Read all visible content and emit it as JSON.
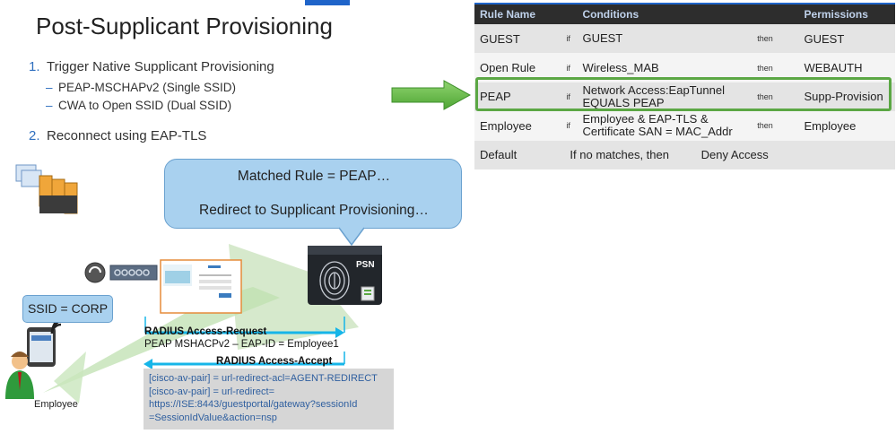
{
  "slide": {
    "title": "Post-Supplicant Provisioning"
  },
  "steps": [
    {
      "number": "1.",
      "text": "Trigger Native Supplicant Provisioning",
      "subitems": [
        "PEAP-MSCHAPv2 (Single SSID)",
        "CWA to Open SSID (Dual SSID)"
      ]
    },
    {
      "number": "2.",
      "text": "Reconnect using EAP-TLS"
    }
  ],
  "policy_table": {
    "headers": [
      "Rule Name",
      "Conditions",
      "Permissions"
    ],
    "rows": [
      {
        "rule": "GUEST",
        "if": "if",
        "condition": [
          "GUEST"
        ],
        "then": "then",
        "permission": "GUEST"
      },
      {
        "rule": "Open Rule",
        "if": "if",
        "condition": [
          "Wireless_MAB"
        ],
        "then": "then",
        "permission": "WEBAUTH"
      },
      {
        "rule": "PEAP",
        "if": "if",
        "condition": [
          "Network Access:EapTunnel",
          "EQUALS PEAP"
        ],
        "then": "then",
        "permission": "Supp-Provision"
      },
      {
        "rule": "Employee",
        "if": "if",
        "condition": [
          "Employee & EAP-TLS &",
          "Certificate SAN = MAC_Addr"
        ],
        "then": "then",
        "permission": "Employee"
      }
    ],
    "default_row": {
      "rule": "Default",
      "text": "If no matches, then",
      "permission": "Deny Access"
    }
  },
  "callout": {
    "line1": "Matched Rule = PEAP…",
    "line2": "Redirect to Supplicant Provisioning…"
  },
  "ssid_label": "SSID = CORP",
  "employee_label": "Employee",
  "psn_label": "PSN",
  "radius": {
    "request_title": "RADIUS Access-Request",
    "request_detail": "PEAP MSHACPv2 – EAP-ID = Employee1",
    "accept_title": "RADIUS Access-Accept"
  },
  "av_pairs": [
    "[cisco-av-pair] = url-redirect-acl=AGENT-REDIRECT",
    "[cisco-av-pair] = url-redirect=",
    "https://ISE:8443/guestportal/gateway?sessionId",
    "=SessionIdValue&action=nsp"
  ],
  "colors": {
    "accent_blue": "#2f6fbf",
    "highlight_green": "#5ba744",
    "callout_fill": "#a9d1ef",
    "table_header": "#2d2d2d"
  }
}
